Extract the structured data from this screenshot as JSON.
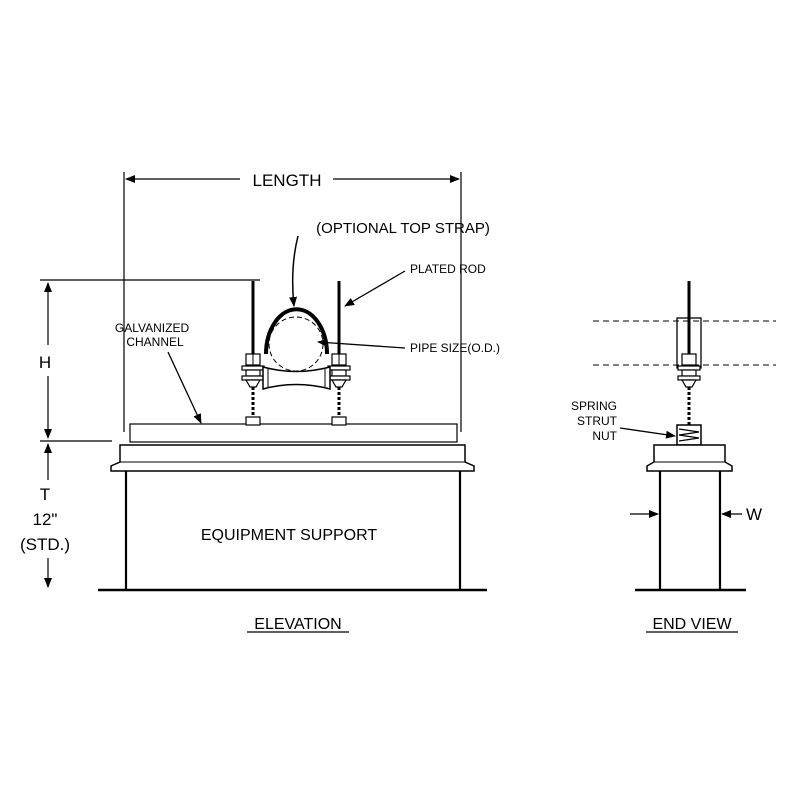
{
  "labels": {
    "length": "LENGTH",
    "optional_top_strap": "(OPTIONAL TOP STRAP)",
    "plated_rod": "PLATED ROD",
    "galvanized": "GALVANIZED",
    "channel": "CHANNEL",
    "pipe_size": "PIPE SIZE(O.D.)",
    "h": "H",
    "t": "T",
    "t_dim": "12\"",
    "t_std": "(STD.)",
    "equipment_support": "EQUIPMENT SUPPORT",
    "elevation": "ELEVATION",
    "spring": "SPRING",
    "strut": "STRUT",
    "nut": "NUT",
    "w": "W",
    "end_view": "END VIEW"
  }
}
